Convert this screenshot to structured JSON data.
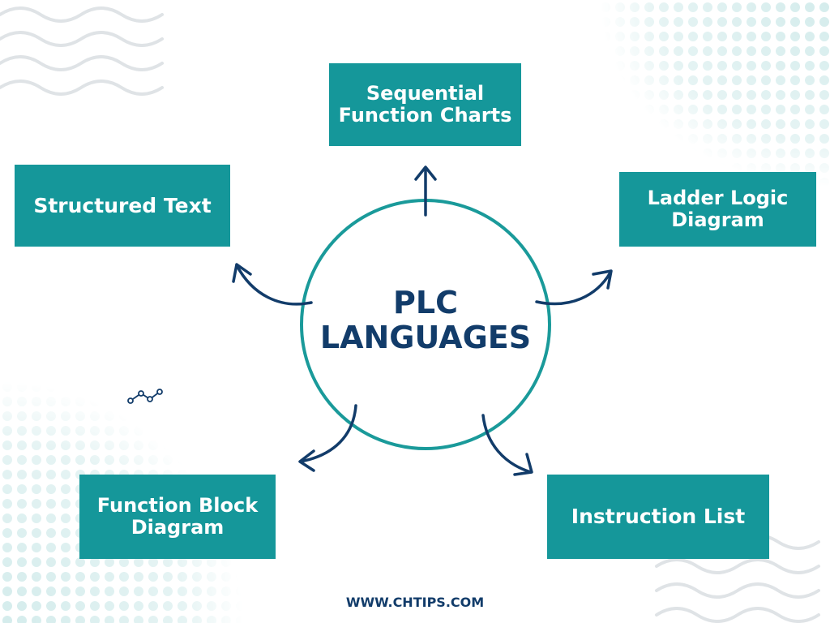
{
  "center": {
    "line1": "PLC",
    "line2": "LANGUAGES"
  },
  "nodes": {
    "sequential": {
      "line1": "Sequential",
      "line2": "Function Charts"
    },
    "structured": {
      "line1": "Structured Text"
    },
    "ladder": {
      "line1": "Ladder Logic",
      "line2": "Diagram"
    },
    "fbd": {
      "line1": "Function Block",
      "line2": "Diagram"
    },
    "instruction": {
      "line1": "Instruction List"
    }
  },
  "footer": {
    "text": "WWW.CHTIPS.COM"
  },
  "colors": {
    "box": "#15979a",
    "ring": "#1a9a9a",
    "arrow": "#123c6a",
    "dots": "#d4ecec",
    "waves": "#dfe3e6"
  },
  "icons": [
    "wave-pattern-icon",
    "halftone-dots-icon",
    "arrow-icon",
    "node-link-icon"
  ]
}
